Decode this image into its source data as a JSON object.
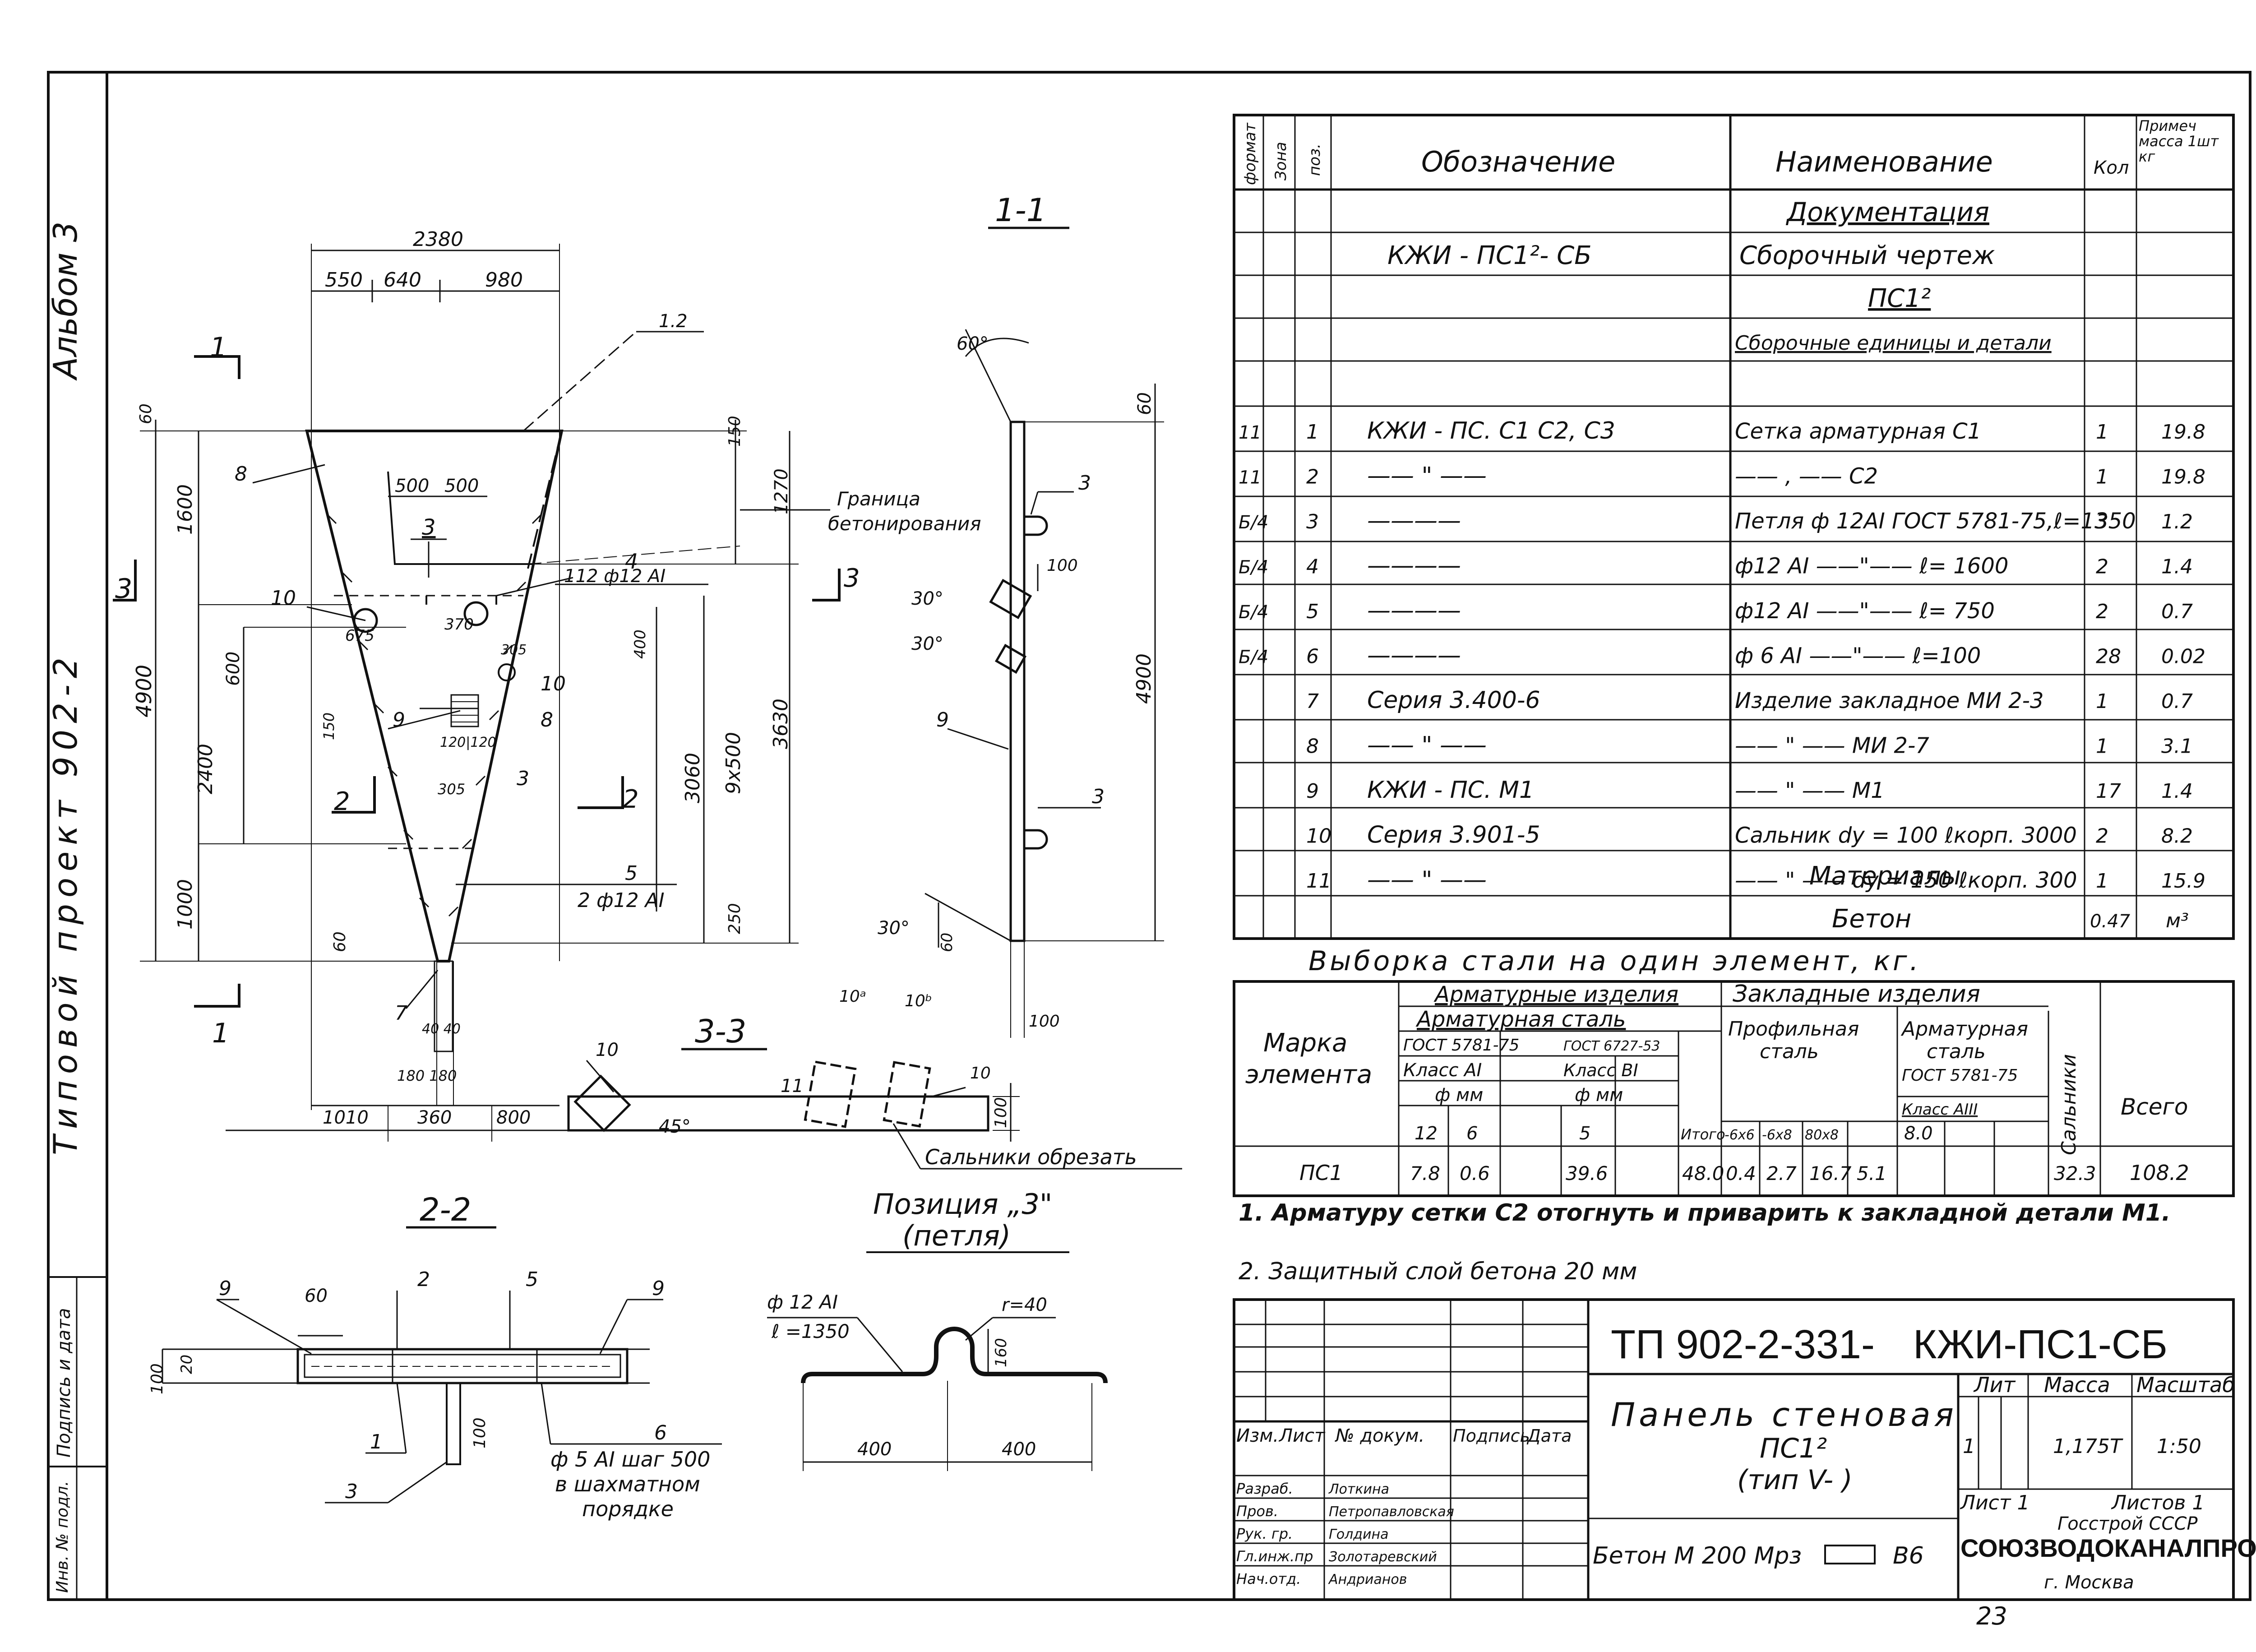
{
  "side": {
    "album": "Альбом 3",
    "project": "Типовой проект 902-2",
    "sign_date": "Подпись и дата",
    "inv_no": "Инв. № подл."
  },
  "spec": {
    "headers": {
      "format": "формат",
      "zone": "Зона",
      "pos": "поз.",
      "designation": "Обозначение",
      "name": "Наименование",
      "qty": "Кол",
      "note": "Примеч масса 1шт кг"
    },
    "sections": {
      "documentation": "Документация",
      "assembly_units": "Сборочные единицы и детали",
      "materials": "Материалы"
    },
    "assembly_drawing": {
      "designation": "КЖИ - ПС1²- СБ",
      "name": "Сборочный чертеж",
      "sub": "ПС1²"
    },
    "rows": [
      {
        "format": "11",
        "pos": "1",
        "designation": "КЖИ - ПС. С1 С2, С3",
        "name": "Сетка арматурная С1",
        "qty": "1",
        "note": "19.8"
      },
      {
        "format": "11",
        "pos": "2",
        "designation": "—— \" ——",
        "name": "—— , —— С2",
        "qty": "1",
        "note": "19.8"
      },
      {
        "format": "Б/4",
        "pos": "3",
        "designation": "————",
        "name": "Петля ф 12АI ГОСТ 5781-75,ℓ=1350",
        "qty": "3",
        "note": "1.2"
      },
      {
        "format": "Б/4",
        "pos": "4",
        "designation": "————",
        "name": "ф12 АI ——\"—— ℓ= 1600",
        "qty": "2",
        "note": "1.4"
      },
      {
        "format": "Б/4",
        "pos": "5",
        "designation": "————",
        "name": "ф12 АI ——\"—— ℓ= 750",
        "qty": "2",
        "note": "0.7"
      },
      {
        "format": "Б/4",
        "pos": "6",
        "designation": "————",
        "name": "ф 6 АI ——\"—— ℓ=100",
        "qty": "28",
        "note": "0.02"
      },
      {
        "format": "",
        "pos": "7",
        "designation": "Серия 3.400-6",
        "name": "Изделие закладное МИ 2-3",
        "qty": "1",
        "note": "0.7"
      },
      {
        "format": "",
        "pos": "8",
        "designation": "—— \" ——",
        "name": "—— \" —— МИ 2-7",
        "qty": "1",
        "note": "3.1"
      },
      {
        "format": "",
        "pos": "9",
        "designation": "КЖИ - ПС. М1",
        "name": "—— \" —— М1",
        "qty": "17",
        "note": "1.4"
      },
      {
        "format": "",
        "pos": "10",
        "designation": "Серия 3.901-5",
        "name": "Сальник dy = 100 ℓкорп. 3000",
        "qty": "2",
        "note": "8.2"
      },
      {
        "format": "",
        "pos": "11",
        "designation": "—— \" ——",
        "name": "—— \" —— dy = 150 ℓкорп. 300",
        "qty": "1",
        "note": "15.9"
      }
    ],
    "concrete": {
      "name": "Бетон",
      "qty": "0.47",
      "note": "м³"
    }
  },
  "steel": {
    "title": "Выборка стали на один элемент, кг.",
    "mark_header": "Марка элемента",
    "reinf_products": "Арматурные изделия",
    "reinf_steel": "Арматурная сталь",
    "gost1": "ГОСТ 5781-75",
    "gost2": "ГОСТ 6727-53",
    "class1": "Класс АI",
    "class2": "Класс ВI",
    "dia": "ф мм",
    "d12": "12",
    "d6": "6",
    "d5": "5",
    "total": "Итого",
    "embedded": "Закладные изделия",
    "profile": "Профильная сталь",
    "reinf2": "Арматурная сталь ГОСТ 5781-75",
    "class3": "Класс АIII",
    "p1": "-6х6",
    "p2": "-6х8",
    "p3": "80х8",
    "p4": "8.0",
    "gland": "Сальники",
    "all": "Всего",
    "row": {
      "mark": "ПС1",
      "v12": "7.8",
      "v6": "0.6",
      "v5": "39.6",
      "total": "48.0",
      "a": "0.4",
      "b": "2.7",
      "c": "16.7",
      "d": "5.1",
      "gland": "32.3",
      "all": "108.2"
    }
  },
  "notes": [
    "1. Арматуру сетки С2 отогнуть и приварить к закладной детали М1.",
    "2. Защитный слой бетона 20 мм"
  ],
  "stamp": {
    "code": "ТП 902-2-331-",
    "code2": "КЖИ-ПС1-СБ",
    "title": "Панель стеновая",
    "title2": "ПС1²",
    "title3": "(тип V- )",
    "material": "Бетон М 200 Мрз",
    "material2": "В6",
    "lit": "Лит",
    "mass": "Масса",
    "scale": "Масштаб",
    "lit_v": "1",
    "mass_v": "1,175Т",
    "scale_v": "1:50",
    "sheet": "Лист 1",
    "sheets": "Листов 1",
    "org1": "Госстрой СССР",
    "org2": "СОЮЗВОДОКАНАЛПРОЕКТ",
    "org3": "г. Москва",
    "cols": [
      "Изм.",
      "Лист",
      "№ докум.",
      "Подпись",
      "Дата"
    ],
    "roles": [
      {
        "role": "Разраб.",
        "name": "Лоткина"
      },
      {
        "role": "Пров.",
        "name": "Петропавловская"
      },
      {
        "role": "Рук. гр.",
        "name": "Голдина"
      },
      {
        "role": "Гл.инж.пр",
        "name": "Золотаревский"
      },
      {
        "role": "Нач.отд.",
        "name": "Андрианов"
      }
    ]
  },
  "page_no": "23",
  "drawing": {
    "sec11": "1-1",
    "sec33": "3-3",
    "sec22": "2-2",
    "pos3_title": "Позиция „3\"",
    "pos3_sub": "(петля)",
    "border_label": "Граница",
    "border_label2": "бетонирования",
    "cut_glands": "Сальники обрезать",
    "d2380": "2380",
    "d550": "550",
    "d640": "640",
    "d980": "980",
    "d500a": "500",
    "d500b": "500",
    "d1600": "1600",
    "d4900": "4900",
    "d600": "600",
    "d2400": "2400",
    "d1000": "1000",
    "d60a": "60",
    "d60b": "60",
    "d150": "150",
    "d1270": "1270",
    "d3630": "3630",
    "d3060": "3060",
    "d9x500": "9х500",
    "d250": "250",
    "d675": "675",
    "d370": "370",
    "d400": "400",
    "d305a": "305",
    "d305b": "305",
    "d120": "120|120",
    "d150b": "150",
    "d1010": "1010",
    "d360": "360",
    "d800": "800",
    "d40": "40 40",
    "d180": "180 180",
    "lbl_12": "1.2",
    "lbl_8": "8",
    "lbl_3": "3",
    "lbl_4": "4",
    "lbl_11": "11",
    "lbl_2f12": "2 ф12 АI",
    "lbl_10": "10",
    "lbl_9": "9",
    "lbl_5": "5",
    "lbl_2f12b": "2 ф12 АI",
    "lbl_7": "7",
    "s11_60": "60°",
    "s11_100": "100",
    "s11_30a": "30°",
    "s11_30b": "30°",
    "s11_30c": "30°",
    "s11_4900": "4900",
    "s11_60b": "60",
    "s11_100b": "100",
    "s11_60c": "60",
    "s11_3": "3",
    "s11_9": "9",
    "s11_3b": "3",
    "s33_10": "10",
    "s33_11": "11",
    "s33_10a": "10ᵃ",
    "s33_10b": "10ᵇ",
    "s33_45": "45°",
    "s33_100": "100",
    "s22_9": "9",
    "s22_60": "60",
    "s22_2": "2",
    "s22_5": "5",
    "s22_9b": "9",
    "s22_100": "100",
    "s22_20": "20",
    "s22_1": "1",
    "s22_100b": "100",
    "s22_3": "3",
    "s22_6": "6",
    "s22_note1": "ф 5 АI шаг 500",
    "s22_note2": "в шахматном",
    "s22_note3": "порядке",
    "p3_dia": "ф 12 АI",
    "p3_l": "ℓ =1350",
    "p3_r": "r=40",
    "p3_160": "160",
    "p3_400a": "400",
    "p3_400b": "400",
    "sec1": "1",
    "sec1b": "1",
    "sec3": "3",
    "sec3b": "3",
    "sec2": "2",
    "sec2b": "2"
  }
}
